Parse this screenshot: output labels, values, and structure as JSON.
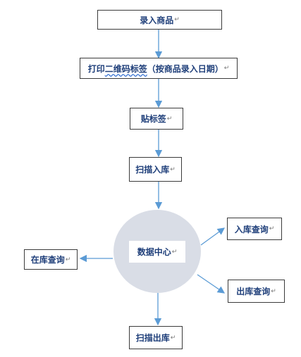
{
  "nodes": {
    "enter_goods": "录入商品",
    "print_label_pre": "打印",
    "print_label_wavy": "二维码标签",
    "print_label_post": "（按商品录入日期）",
    "apply_label": "贴标签",
    "scan_in": "扫描入库",
    "data_center": "数据中心",
    "inbound_query": "入库查询",
    "stock_query": "在库查询",
    "outbound_query": "出库查询",
    "scan_out": "扫描出库"
  },
  "paragraph_mark": "↵",
  "colors": {
    "text": "#1f3f7a",
    "arrow": "#5b9bd5",
    "circle": "#d9dde6",
    "border": "#3b3b3b"
  }
}
